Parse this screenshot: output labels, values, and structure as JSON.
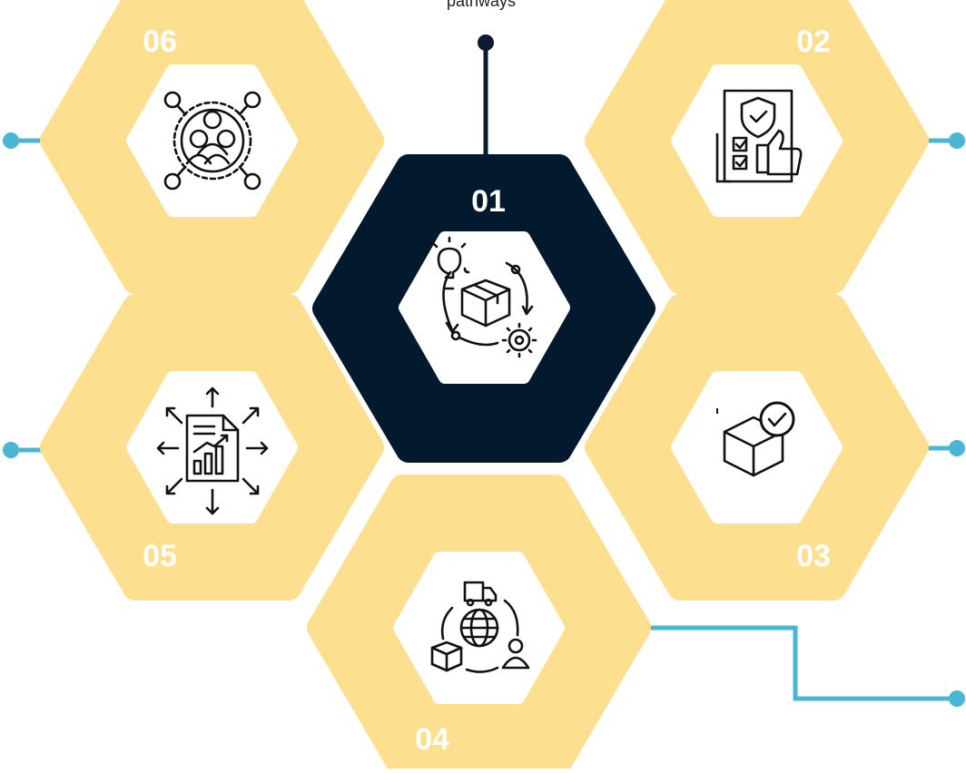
{
  "caption": "pathways",
  "colors": {
    "hex_fill": "#FCE08F",
    "center_fill": "#03192E",
    "connector": "#4AB5D4",
    "dark_line": "#0B1A2E",
    "number_text": "#FFFFFF"
  },
  "hexagons": [
    {
      "number": "01",
      "icon": "product-lifecycle-icon"
    },
    {
      "number": "02",
      "icon": "quality-approval-icon"
    },
    {
      "number": "03",
      "icon": "product-verified-icon"
    },
    {
      "number": "04",
      "icon": "global-delivery-icon"
    },
    {
      "number": "05",
      "icon": "report-distribution-icon"
    },
    {
      "number": "06",
      "icon": "team-network-icon"
    }
  ]
}
